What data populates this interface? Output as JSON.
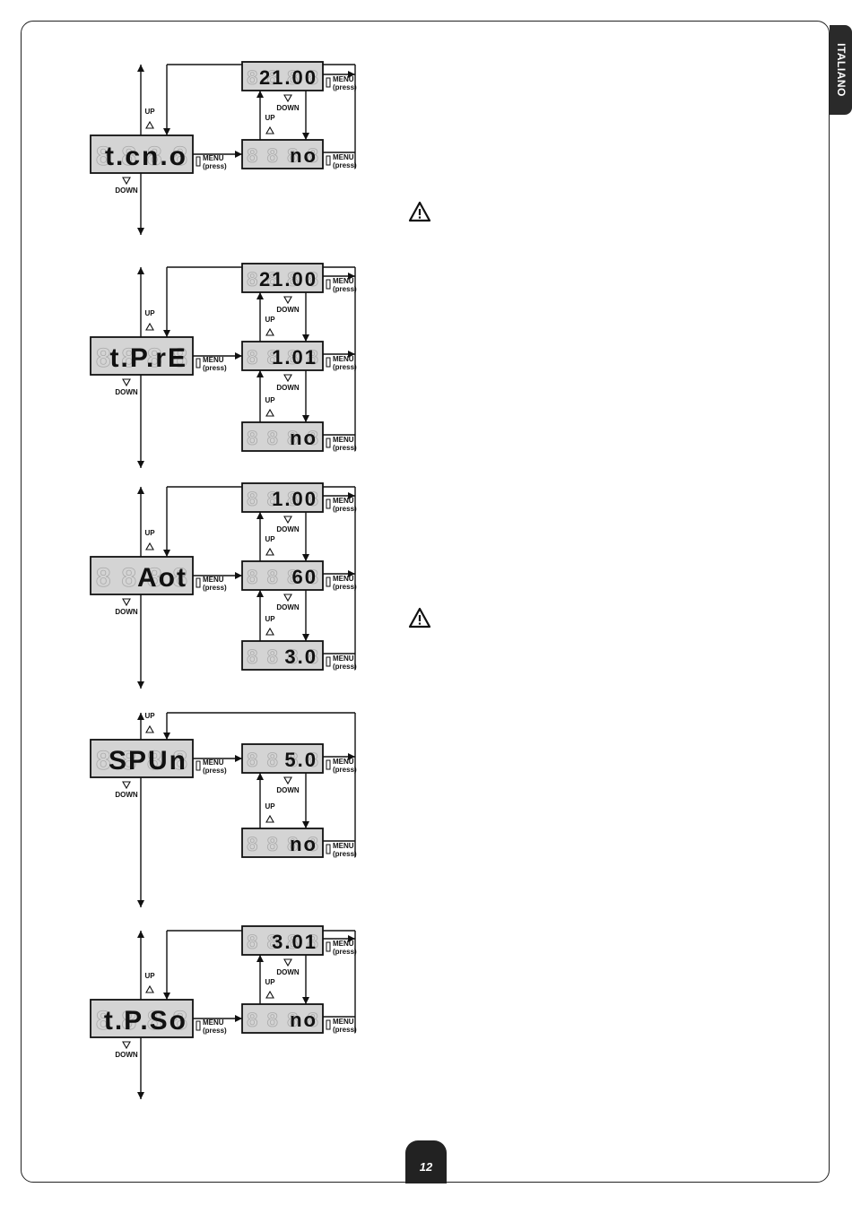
{
  "language_tab": "ITALIANO",
  "page_number": "12",
  "labels": {
    "up": "UP",
    "down": "DOWN",
    "menu": "MENU",
    "press": "(press)"
  },
  "diagrams": [
    {
      "main": "t.cn.o",
      "options": [
        "21.00",
        "no"
      ]
    },
    {
      "main": "t.P.rE",
      "options": [
        "21.00",
        "1.01",
        "no"
      ]
    },
    {
      "main": "Aot",
      "options": [
        "1.00",
        "60",
        "3.0"
      ]
    },
    {
      "main": "SPUn",
      "options": [
        "5.0",
        "no"
      ]
    },
    {
      "main": "t.P.So",
      "options": [
        "3.01",
        "no"
      ]
    }
  ]
}
